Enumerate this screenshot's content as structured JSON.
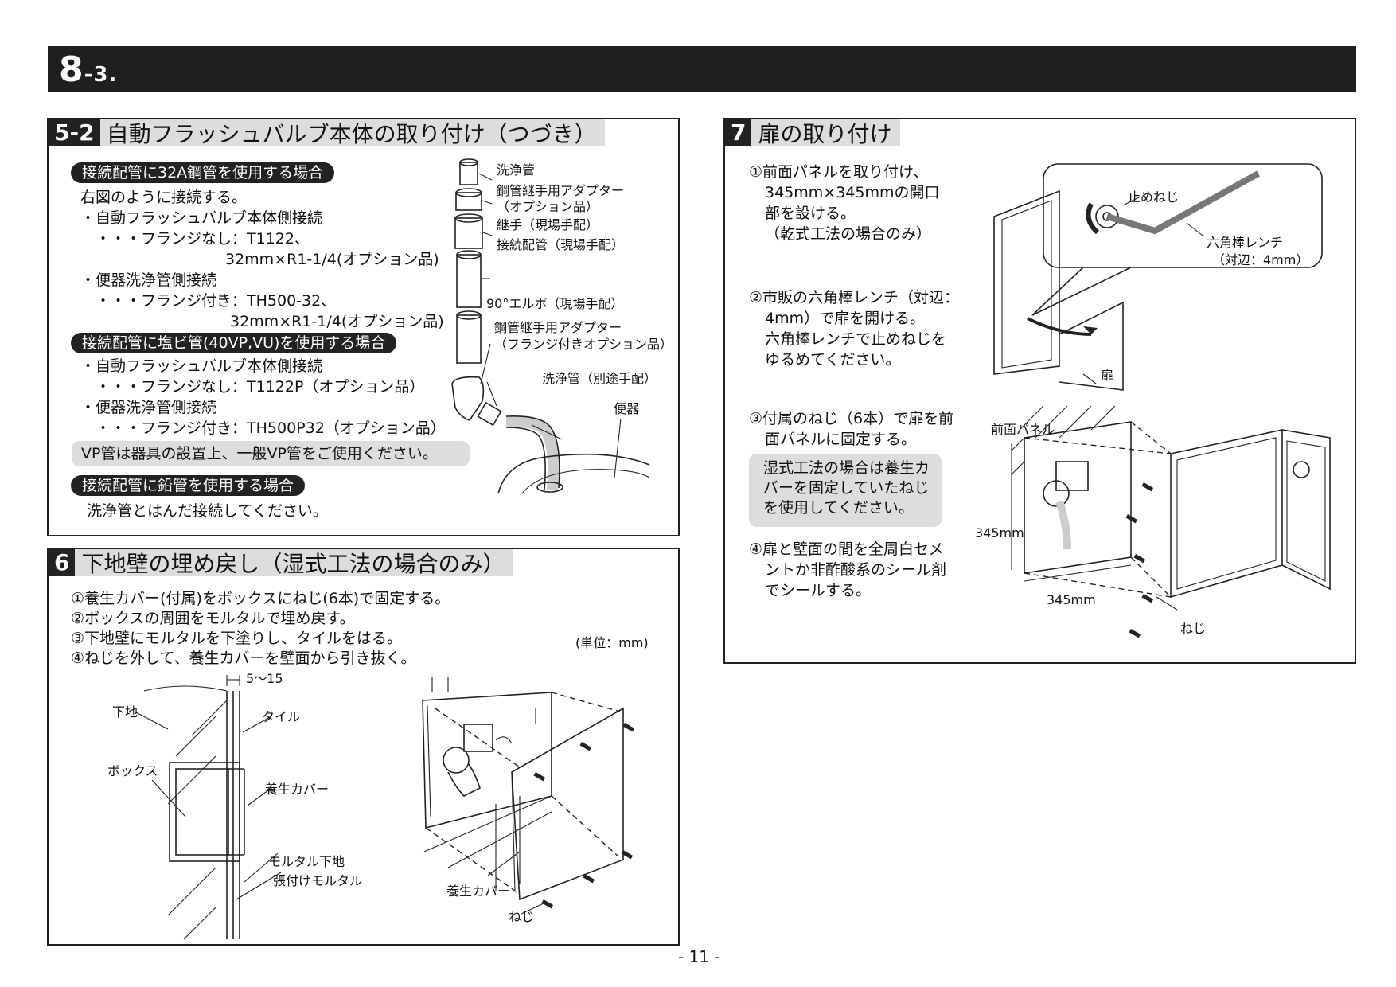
{
  "header": {
    "section_main": "8",
    "section_sub": "-3."
  },
  "s52": {
    "num": "5-2",
    "title": "自動フラッシュバルブ本体の取り付け（つづき）",
    "pill1": "接続配管に32A鋼管を使用する場合",
    "lines1": [
      "右図のように接続する。",
      "・自動フラッシュバルブ本体側接続",
      "　・・・フランジなし：T1122、",
      "32mm×R1-1/4(オプション品)",
      "・便器洗浄管側接続",
      "　・・・フランジ付き：TH500-32、",
      "32mm×R1-1/4(オプション品)"
    ],
    "pill2": "接続配管に塩ビ管(40VP,VU)を使用する場合",
    "lines2": [
      "・自動フラッシュバルブ本体側接続",
      "　・・・フランジなし：T1122P（オプション品）",
      "・便器洗浄管側接続",
      "　・・・フランジ付き：TH500P32（オプション品）"
    ],
    "note": "VP管は器具の設置上、一般VP管をご使用ください。",
    "pill3": "接続配管に鉛管を使用する場合",
    "line3": "洗浄管とはんだ接続してください。",
    "labels": [
      "洗浄管",
      "鋼管継手用アダプター",
      "（オプション品）",
      "継手（現場手配）",
      "接続配管（現場手配）",
      "90°エルボ（現場手配）",
      "鋼管継手用アダプター",
      "（フランジ付きオプション品）",
      "洗浄管（別途手配）",
      "便器"
    ]
  },
  "s6": {
    "num": "6",
    "title": "下地壁の埋め戻し（湿式工法の場合のみ）",
    "steps": [
      "①養生カバー(付属)をボックスにねじ(6本)で固定する。",
      "②ボックスの周囲をモルタルで埋め戻す。",
      "③下地壁にモルタルを下塗りし、タイルをはる。",
      "④ねじを外して、養生カバーを壁面から引き抜く。"
    ],
    "unit": "(単位：mm)",
    "dim": "5～15",
    "labels": [
      "下地",
      "タイル",
      "ボックス",
      "養生カバー",
      "モルタル下地",
      "張付けモルタル",
      "養生カバー",
      "ねじ"
    ]
  },
  "s7": {
    "num": "7",
    "title": "扉の取り付け",
    "step1": [
      "①前面パネルを取り付け、",
      "345mm×345mmの開口",
      "部を設ける。",
      "（乾式工法の場合のみ）"
    ],
    "step2": [
      "②市販の六角棒レンチ（対辺：",
      "4mm）で扉を開ける。",
      "六角棒レンチで止めねじを",
      "ゆるめてください。"
    ],
    "step3": [
      "③付属のねじ（6本）で扉を前",
      "面パネルに固定する。"
    ],
    "note": [
      "湿式工法の場合は養生カ",
      "バーを固定していたねじ",
      "を使用してください。"
    ],
    "step4": [
      "④扉と壁面の間を全周白セメ",
      "ントか非酢酸系のシール剤",
      "でシールする。"
    ],
    "labels": [
      "止めねじ",
      "六角棒レンチ",
      "（対辺：4mm）",
      "扉",
      "前面パネル",
      "345mm",
      "345mm",
      "ねじ"
    ]
  },
  "footer": {
    "page": "- 11 -"
  }
}
